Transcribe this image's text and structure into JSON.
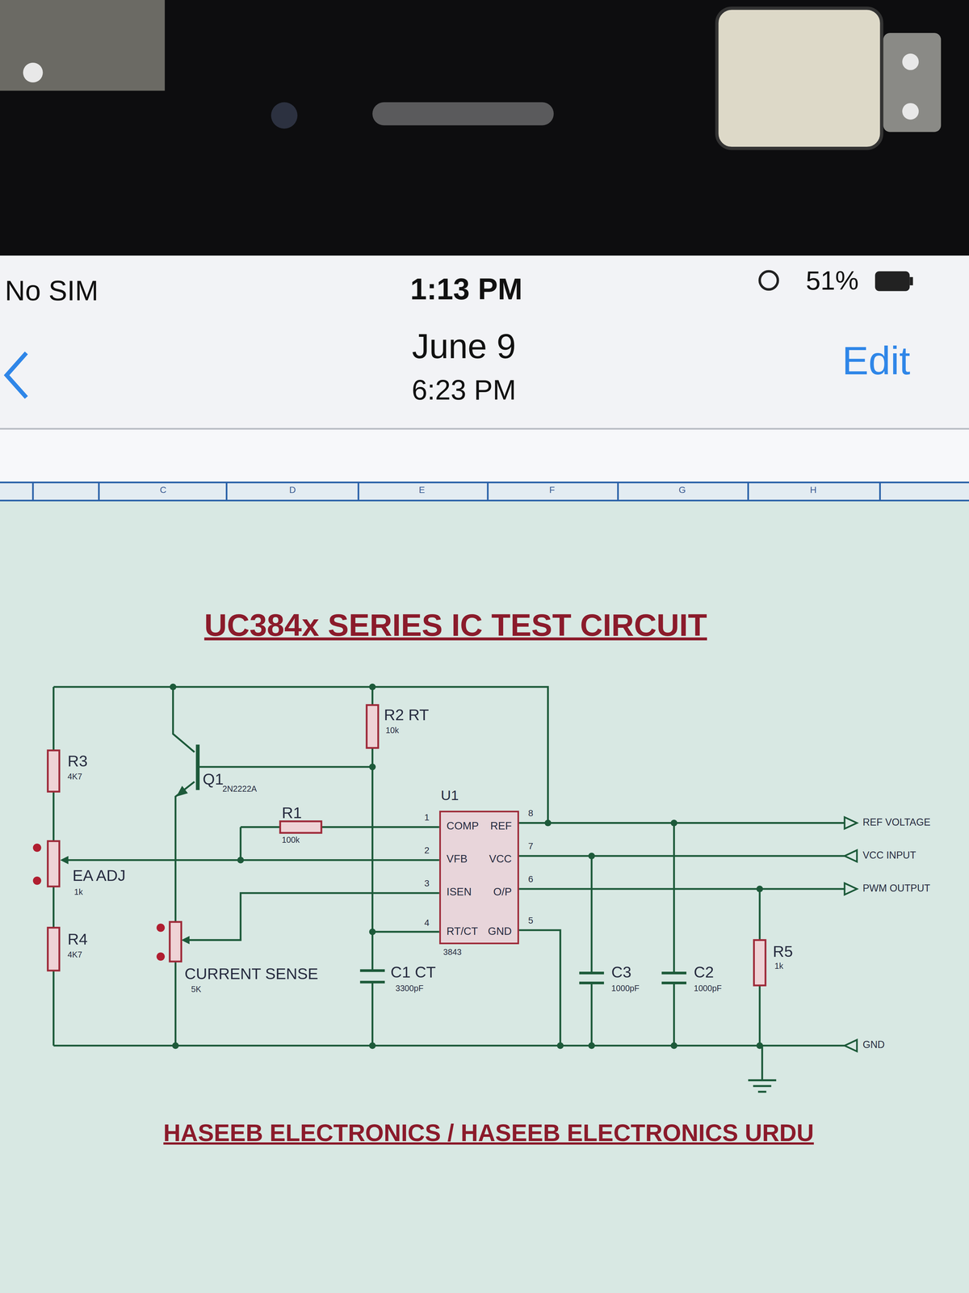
{
  "diagram": {
    "title": "UC384x SERIES IC TEST CIRCUIT",
    "caption": "HASEEB ELECTRONICS / HASEEB ELECTRONICS URDU",
    "nodes": [
      {
        "text": [
          "U1",
          "COMP",
          "REF",
          "VFB",
          "VCC",
          "ISEN",
          "O/P",
          "RT/CT",
          "GND",
          "3843"
        ]
      }
    ],
    "labels": [
      "No SIM",
      "1:13 PM",
      "51%",
      "June 9",
      "6:23 PM",
      "Edit",
      "C",
      "D",
      "E",
      "F",
      "G",
      "H",
      "R2 RT",
      "10k",
      "R3",
      "4K7",
      "Q1",
      "2N2222A",
      "R1",
      "100k",
      "EA ADJ",
      "1k",
      "R4",
      "4K7",
      "CURRENT SENSE",
      "5K",
      "C1 CT",
      "3300pF",
      "C3",
      "1000pF",
      "C2",
      "1000pF",
      "R5",
      "1k",
      "1",
      "2",
      "3",
      "4",
      "8",
      "7",
      "6",
      "5",
      "REF VOLTAGE",
      "VCC INPUT",
      "PWM OUTPUT",
      "GND"
    ]
  }
}
